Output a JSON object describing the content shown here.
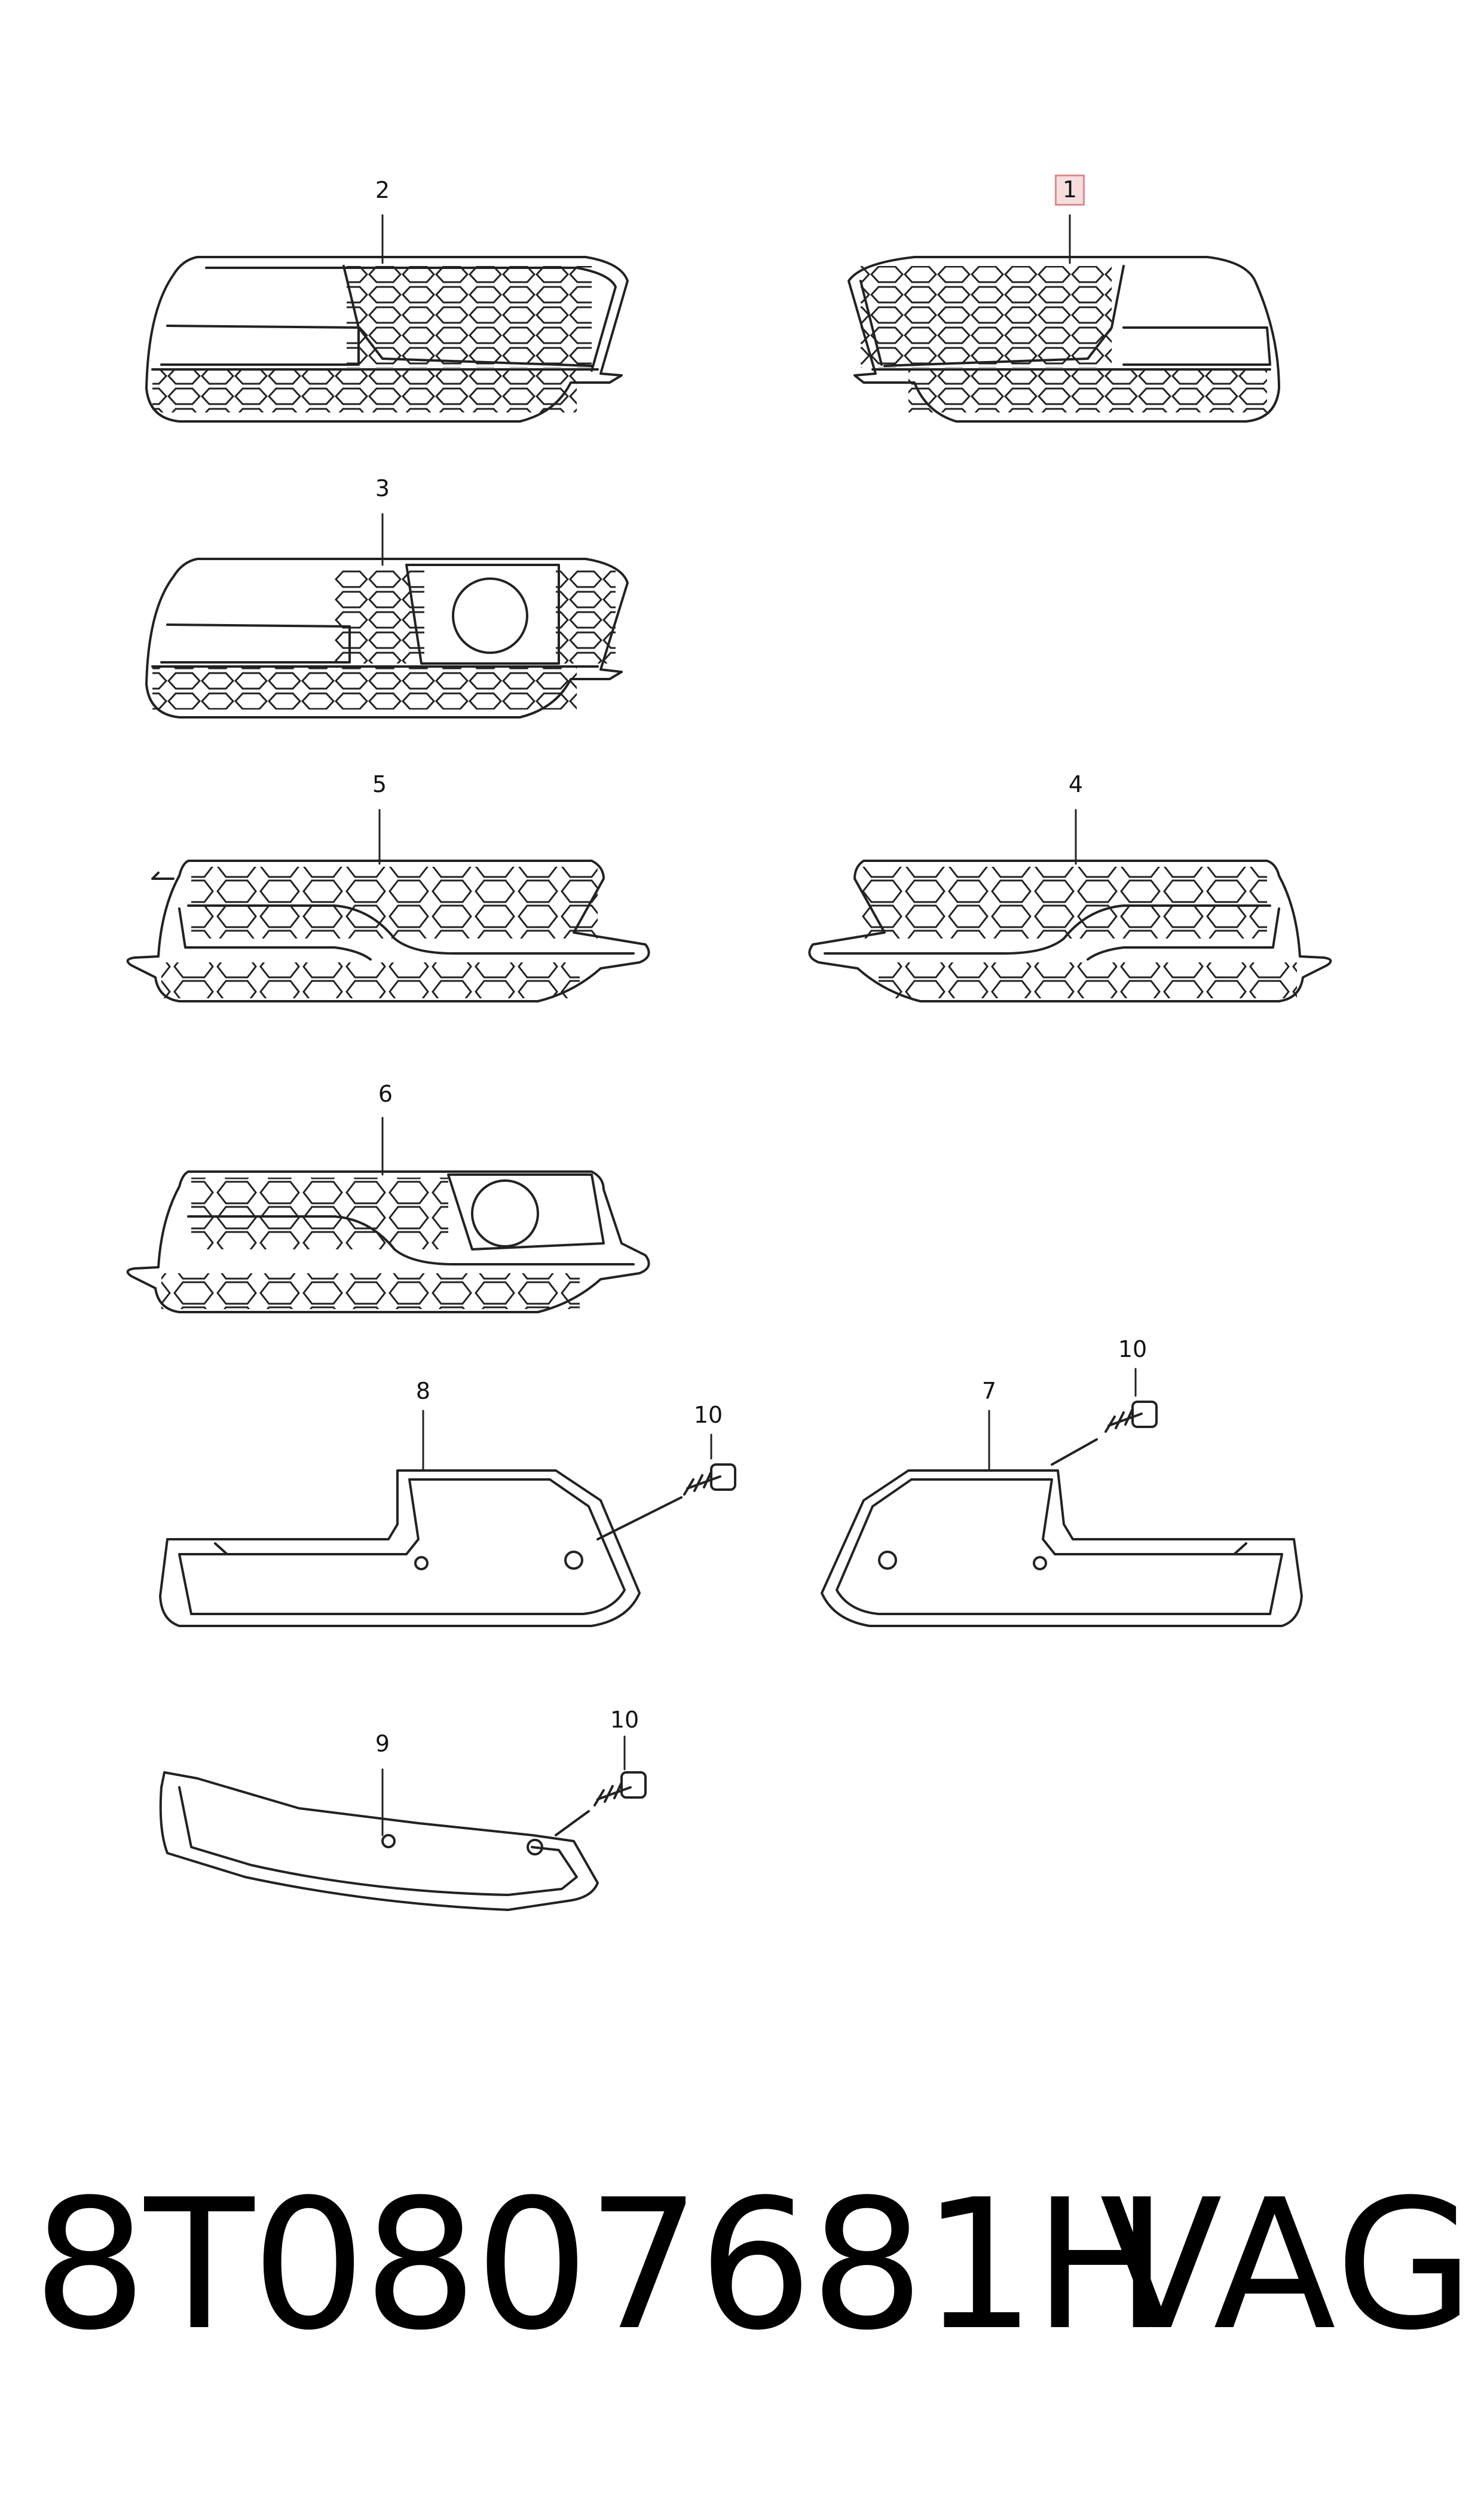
{
  "callouts": {
    "c1": "1",
    "c2": "2",
    "c3": "3",
    "c4": "4",
    "c5": "5",
    "c6": "6",
    "c7": "7",
    "c8": "8",
    "c9": "9",
    "c10a": "10",
    "c10b": "10",
    "c10c": "10"
  },
  "footer": {
    "part_number": "8T0807681H",
    "brand": "VAG"
  },
  "colors": {
    "line": "#222222",
    "highlight_border": "#e08a8a",
    "highlight_fill": "#f7dede"
  }
}
